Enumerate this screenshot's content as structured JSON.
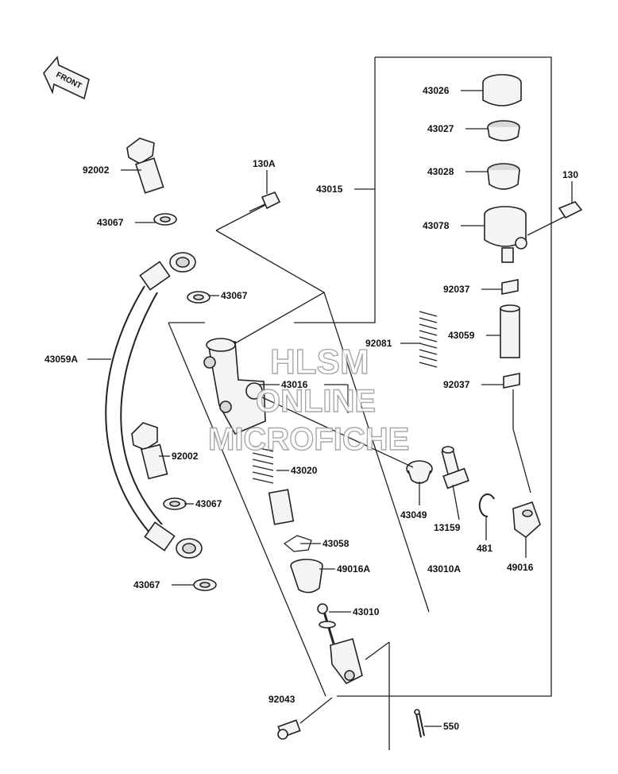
{
  "front_arrow": "FRONT",
  "watermark": [
    "HLSM",
    "ONLINE",
    "MICROFICHE"
  ],
  "labels": {
    "p43026": "43026",
    "p43027": "43027",
    "p43028": "43028",
    "p43078": "43078",
    "p130": "130",
    "p130A": "130A",
    "p43015": "43015",
    "p92002a": "92002",
    "p43067a": "43067",
    "p43067b": "43067",
    "p43059A": "43059A",
    "p92037a": "92037",
    "p43059": "43059",
    "p92081": "92081",
    "p92037b": "92037",
    "p43016": "43016",
    "p92002b": "92002",
    "p43020": "43020",
    "p43067c": "43067",
    "p43049": "43049",
    "p13159": "13159",
    "p481": "481",
    "p49016": "49016",
    "p43058": "43058",
    "p49016A": "49016A",
    "p43010A": "43010A",
    "p43067d": "43067",
    "p43010": "43010",
    "p92043": "92043",
    "p550": "550"
  }
}
